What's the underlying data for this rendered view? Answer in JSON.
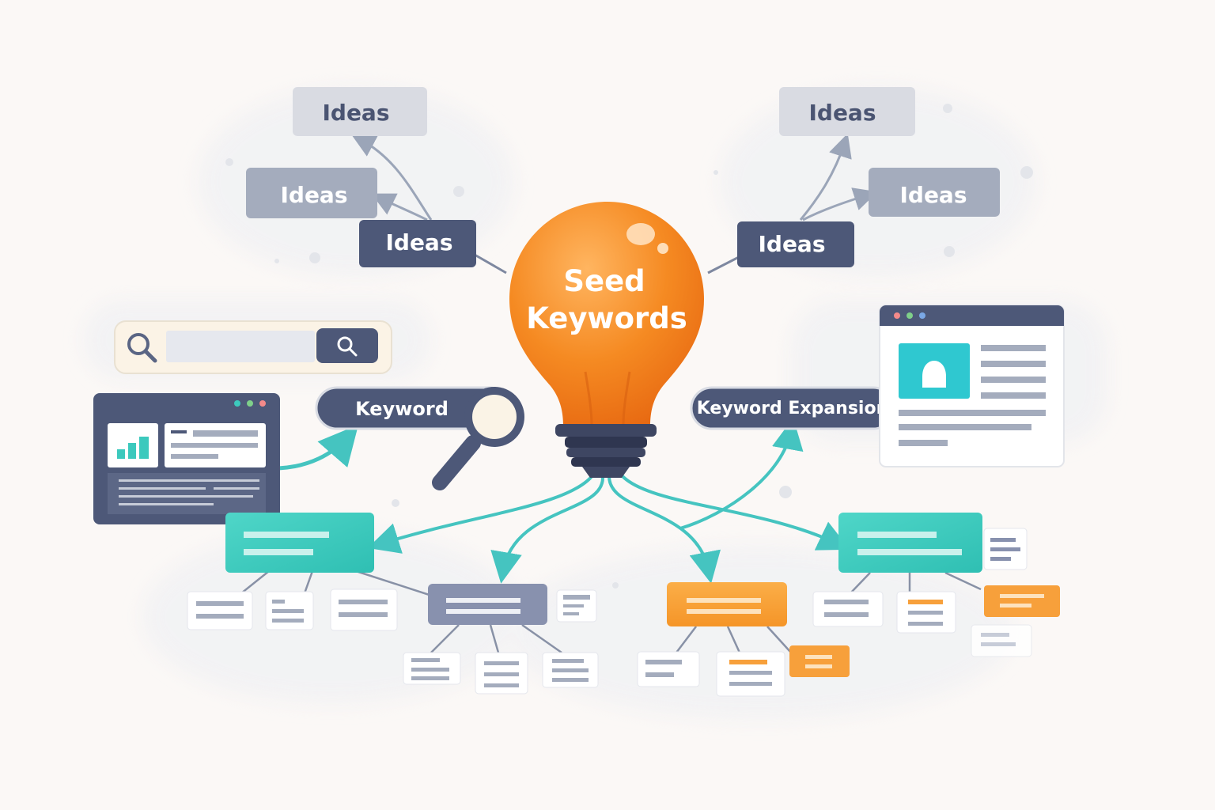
{
  "center": {
    "line1": "Seed",
    "line2": "Keywords"
  },
  "ideas": [
    "Ideas",
    "Ideas",
    "Ideas",
    "Ideas",
    "Ideas",
    "Ideas"
  ],
  "keyword_label": "Keyword",
  "expansion_label": "Keyword Expansion",
  "colors": {
    "bulb": "#f5871f",
    "bulb_light": "#fbb04f",
    "navy": "#4d5878",
    "slate": "#a4acbd",
    "gray": "#d9dbe2",
    "teal": "#3cc9bd",
    "orange": "#f7a03b",
    "arrow_teal": "#45c4c0",
    "arrow_gray": "#9ba5b8"
  },
  "icons": [
    "lightbulb-icon",
    "magnifier-icon",
    "search-icon",
    "browser-window-icon",
    "bar-chart-icon",
    "user-avatar-icon"
  ]
}
